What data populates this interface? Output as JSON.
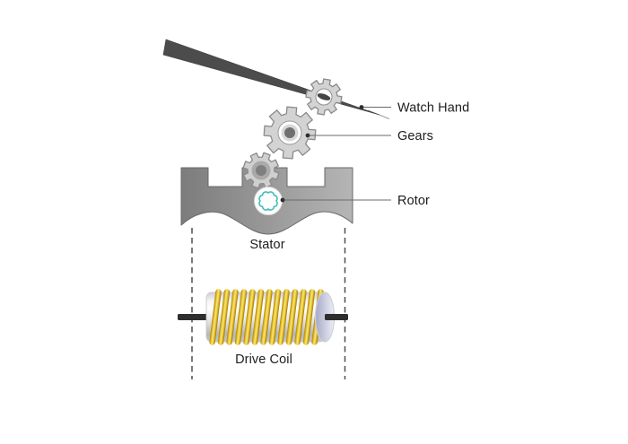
{
  "diagram": {
    "subject": "watch-movement-cutaway",
    "labels": {
      "watch_hand": "Watch Hand",
      "gears": "Gears",
      "rotor": "Rotor",
      "stator": "Stator",
      "drive_coil": "Drive Coil"
    },
    "colors": {
      "watch_hand": "#4c4c4c",
      "gear_body": "#d3d3d3",
      "gear_outline": "#8b8b8b",
      "stator_gradient_start": "#7c7c7c",
      "stator_gradient_end": "#b5b5b5",
      "rotor_accent": "#45bdb9",
      "coil_gold": "#edc93f",
      "coil_body": "#e9e9e9",
      "coil_endcap": "#b3b5cf",
      "axle": "#2e2e2e",
      "label_text": "#1d1d1d",
      "leader_line": "#6b6b6b"
    }
  }
}
